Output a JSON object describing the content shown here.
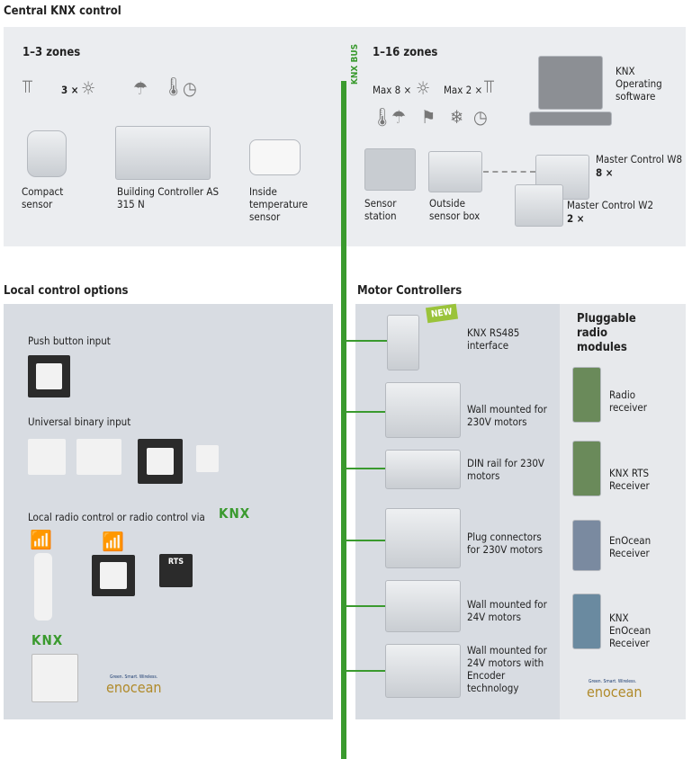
{
  "central": {
    "title": "Central KNX control",
    "left": {
      "zones": "1–3 zones",
      "sun_count": "3 ×",
      "devices": [
        "Compact sensor",
        "Building Controller AS 315 N",
        "Inside temperature sensor"
      ]
    },
    "right": {
      "zones": "1–16 zones",
      "max_sun": "Max 8 ×",
      "max_wind": "Max 2 ×",
      "software": "KNX Operating software",
      "devices": [
        "Sensor station",
        "Outside sensor box"
      ],
      "w8": "Master Control W8",
      "w8_count": "8 ×",
      "w2": "Master Control W2",
      "w2_count": "2 ×"
    }
  },
  "bus_label": "KNX BUS",
  "local": {
    "title": "Local control options",
    "push": "Push button input",
    "binary": "Universal binary input",
    "radio": "Local radio control or radio control via",
    "knx_logo": "KNX",
    "rts_logo": "RTS",
    "enocean_logo": "enocean",
    "enocean_tag": "Green. Smart. Wireless."
  },
  "motor": {
    "title": "Motor Controllers",
    "new_badge": "NEW",
    "items": [
      "KNX RS485 interface",
      "Wall mounted for 230V motors",
      "DIN rail for 230V motors",
      "Plug connectors for 230V motors",
      "Wall mounted for 24V motors",
      "Wall mounted for 24V motors with Encoder technology"
    ]
  },
  "pluggable": {
    "title": "Pluggable radio modules",
    "items": [
      "Radio receiver",
      "KNX RTS Receiver",
      "EnOcean Receiver",
      "KNX EnOcean Receiver"
    ]
  },
  "colors": {
    "bus": "#3a9a2e",
    "top_panel": "#ebedf0",
    "bottom_panel": "#d8dce2",
    "plug_panel": "#e7e9ec"
  }
}
